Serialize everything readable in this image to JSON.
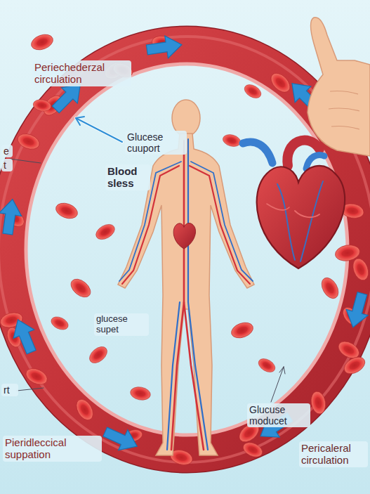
{
  "diagram": {
    "labels": [
      "Periechederzal circulation",
      "Glucese cuuport",
      "e",
      "t",
      "Blood sless",
      "glucese supet",
      "rt",
      "Glucuse moducet",
      "Pieridleccical suppation",
      "Pericaleral circulation"
    ]
  }
}
